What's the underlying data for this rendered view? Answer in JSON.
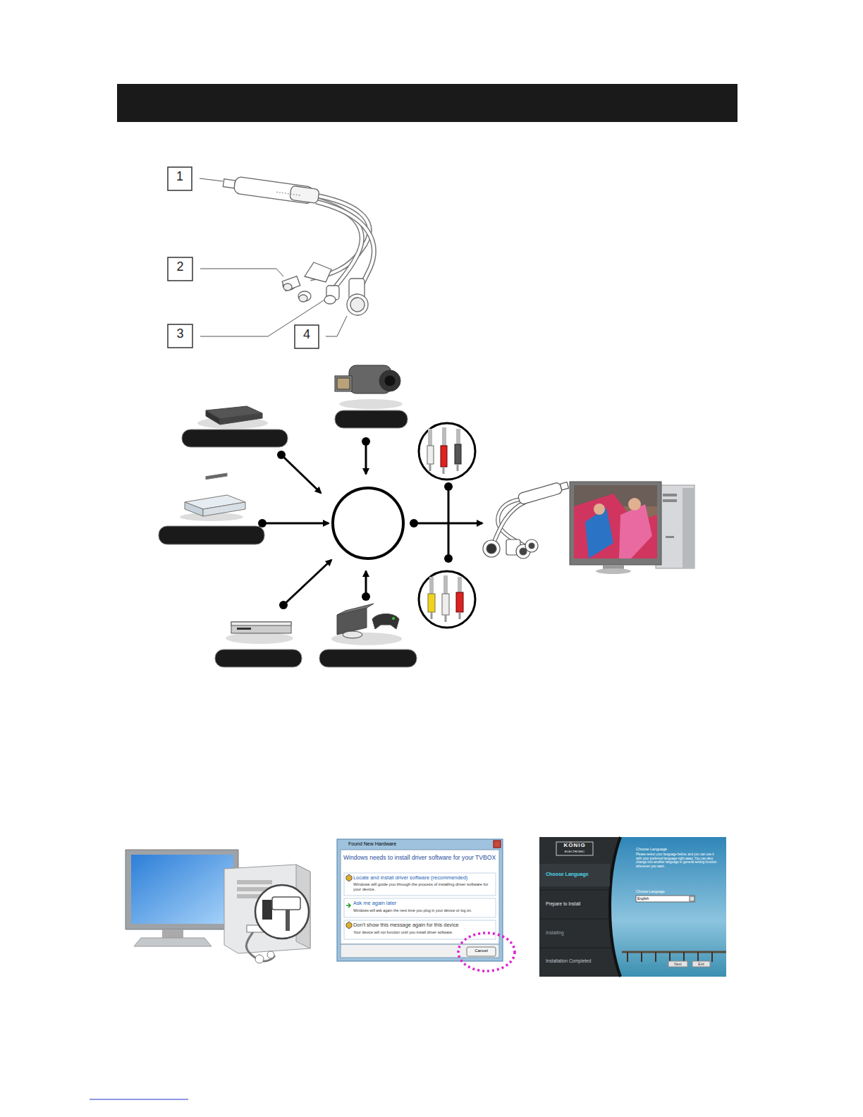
{
  "diagram": {
    "labels": [
      "1",
      "2",
      "3",
      "4",
      "Found New Hardware",
      "Windows needs to install driver software for your TVBOX",
      "Locate and install driver software (recommended)",
      "Windows will guide you through the process of installing driver software for your device.",
      "Ask me again later",
      "Windows will ask again the next time you plug in your device or log on.",
      "Don't show this message again for this device",
      "Your device will not function until you install driver software.",
      "Cancel",
      "KÖNIG",
      "ELECTRONIC",
      "Choose Language",
      "Prepare to Install",
      "Installing",
      "Installation Completed",
      "Choose Language",
      "Please select your language below, and you can use it with your preferred language right away. You can also change into another language in general setting function whenever you want.",
      "Choose Language",
      "English",
      "Next",
      "Exit"
    ]
  }
}
